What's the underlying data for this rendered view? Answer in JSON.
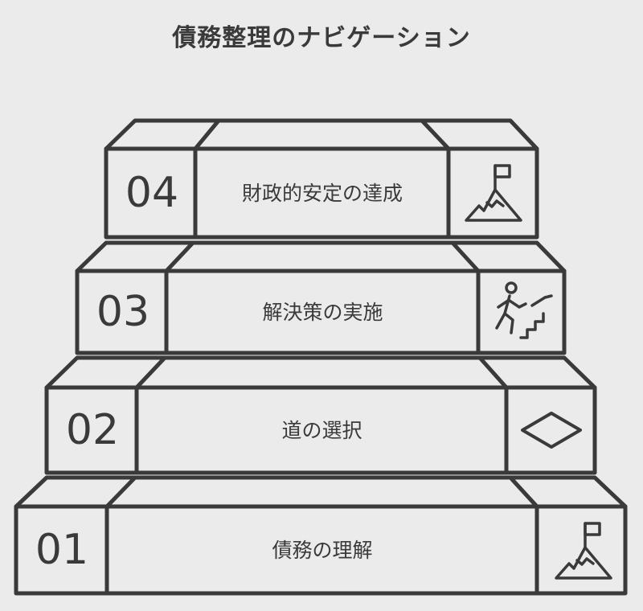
{
  "title": "債務整理のナビゲーション",
  "steps": [
    {
      "number": "04",
      "label": "財政的安定の達成",
      "icon": "mountain-flag-icon"
    },
    {
      "number": "03",
      "label": "解決策の実施",
      "icon": "person-climbing-stairs-icon"
    },
    {
      "number": "02",
      "label": "道の選択",
      "icon": "diamond-icon"
    },
    {
      "number": "01",
      "label": "債務の理解",
      "icon": "mountain-flag-icon"
    }
  ],
  "colors": {
    "background": "#ebebeb",
    "stroke": "#3a3a3a"
  }
}
